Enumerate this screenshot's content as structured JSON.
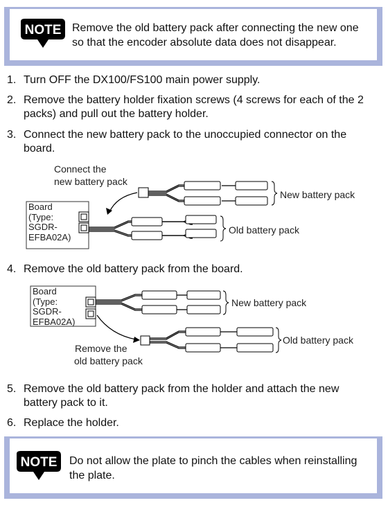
{
  "notes": [
    {
      "icon_label": "NOTE",
      "text": "Remove the old battery pack after connecting the new one so that the encoder absolute data does not disappear."
    },
    {
      "icon_label": "NOTE",
      "text": "Do not allow the plate to pinch the cables when reinstalling the plate."
    }
  ],
  "steps": [
    {
      "num": "1.",
      "text": "Turn OFF the DX100/FS100 main power supply."
    },
    {
      "num": "2.",
      "text": "Remove the battery holder fixation screws (4 screws for each of the 2 packs) and pull out the battery holder."
    },
    {
      "num": "3.",
      "text": "Connect the new battery pack to the unoccupied connector on the board."
    },
    {
      "num": "4.",
      "text": "Remove the old battery pack from the board."
    },
    {
      "num": "5.",
      "text": "Remove the old battery pack from the holder and attach the new battery pack to it."
    },
    {
      "num": "6.",
      "text": "Replace the holder."
    }
  ],
  "figure1": {
    "board_label": [
      "Board",
      "(Type:",
      "SGDR-",
      "EFBA02A)"
    ],
    "connect_label": [
      "Connect the",
      "new battery pack"
    ],
    "new_pack_label": "New battery pack",
    "old_pack_label": "Old battery pack"
  },
  "figure2": {
    "board_label": [
      "Board",
      "(Type:",
      "SGDR-",
      "EFBA02A)"
    ],
    "remove_label": [
      "Remove the",
      "old battery pack"
    ],
    "new_pack_label": "New battery pack",
    "old_pack_label": "Old battery pack"
  },
  "colors": {
    "note_border": "#aab4dc"
  }
}
